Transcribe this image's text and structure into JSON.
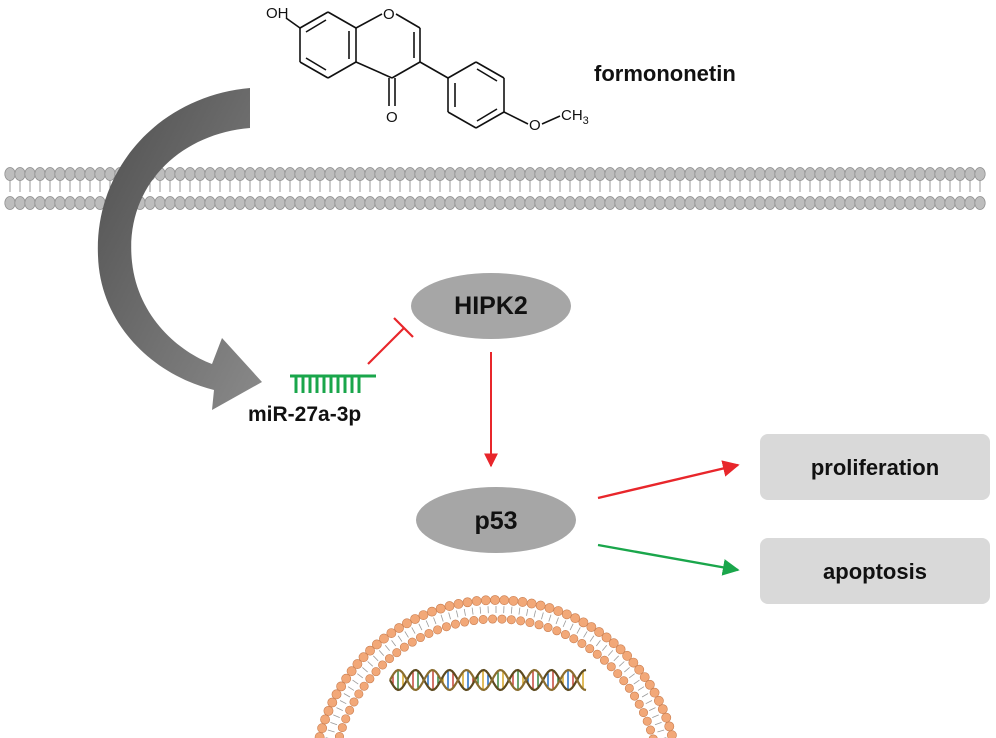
{
  "compound": {
    "name": "formononetin",
    "atoms": {
      "hydroxyl": "OH",
      "ring_oxygen": "O",
      "carbonyl_oxygen": "O",
      "methoxy_oxygen": "O",
      "methyl": "CH",
      "methyl_subscript": "3"
    }
  },
  "nodes": {
    "mirna": "miR-27a-3p",
    "hipk2": "HIPK2",
    "p53": "p53",
    "proliferation": "proliferation",
    "apoptosis": "apoptosis"
  },
  "colors": {
    "inhibit": "#e8262b",
    "promote_red": "#e8262b",
    "promote_green": "#1aa64b",
    "node_fill": "#a6a6a6",
    "outcome_fill": "#d9d9d9",
    "mirna": "#1aa64b",
    "membrane_head": "#bdbdbd",
    "nucleus_head": "#f2a878",
    "big_arrow": "#6e6e6e"
  },
  "edges": [
    {
      "from": "mirna",
      "to": "hipk2",
      "type": "inhibits"
    },
    {
      "from": "hipk2",
      "to": "p53",
      "type": "activates"
    },
    {
      "from": "p53",
      "to": "proliferation",
      "type": "activates"
    },
    {
      "from": "p53",
      "to": "apoptosis",
      "type": "activates"
    },
    {
      "from": "formononetin",
      "to": "mirna",
      "type": "upregulates"
    }
  ]
}
